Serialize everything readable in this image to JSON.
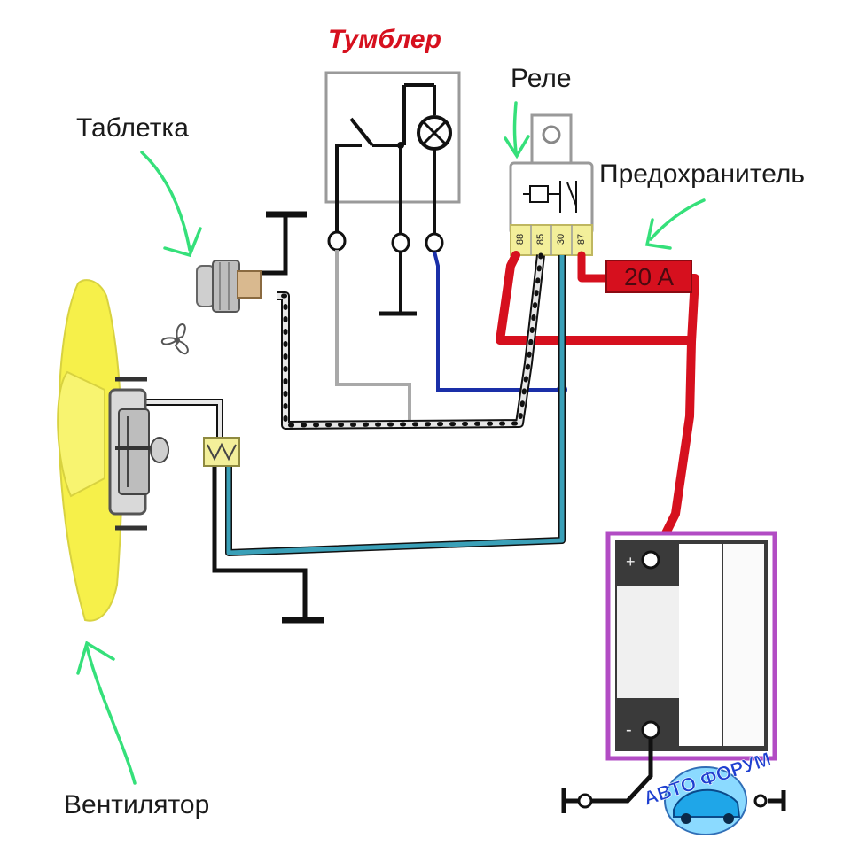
{
  "labels": {
    "toggle": "Тумблер",
    "relay": "Реле",
    "sensor": "Таблетка",
    "fuse_label": "Предохранитель",
    "fan": "Вентилятор"
  },
  "relay_pins": [
    "88",
    "85",
    "30",
    "87"
  ],
  "fuse_rating": "20 A",
  "battery": {
    "plus": "+",
    "minus": "-"
  },
  "watermark": "АВТО ФОРУМ",
  "colors": {
    "red_wire": "#d6101e",
    "blue_wire": "#1a2fa8",
    "cyan_wire": "#3aa0b8",
    "black_wire": "#111111",
    "arrow_green": "#35e07a",
    "fan_yellow": "#f6f04a",
    "battery_frame": "#b24cc4",
    "fuse_red": "#d6101e"
  },
  "icons": [
    "fan-icon",
    "arrow-icon",
    "lamp-icon",
    "switch-icon",
    "ground-icon"
  ]
}
